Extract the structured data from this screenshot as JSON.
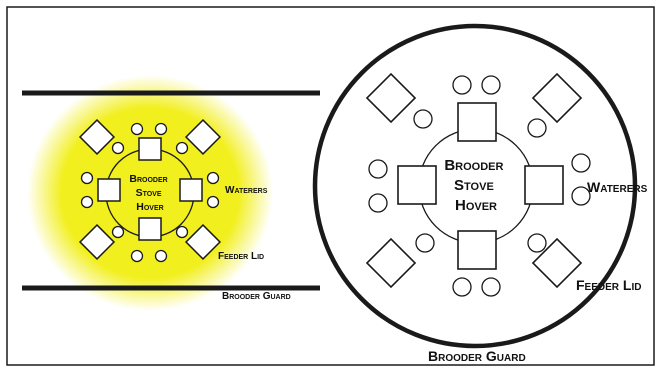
{
  "figure": {
    "left_panel": {
      "center_label": [
        "Brooder",
        "Stove",
        "Hover"
      ],
      "waterers_label": "Waterers",
      "feeder_lid_label": "Feeder Lid",
      "guard_label": "Brooder Guard",
      "highlight_color": "#f2ef1f"
    },
    "right_panel": {
      "center_label": [
        "Brooder",
        "Stove",
        "Hover"
      ],
      "waterers_label": "Waterers",
      "feeder_lid_label": "Feeder Lid",
      "guard_label": "Brooder Guard"
    },
    "line_color": "#1a1a1a"
  }
}
